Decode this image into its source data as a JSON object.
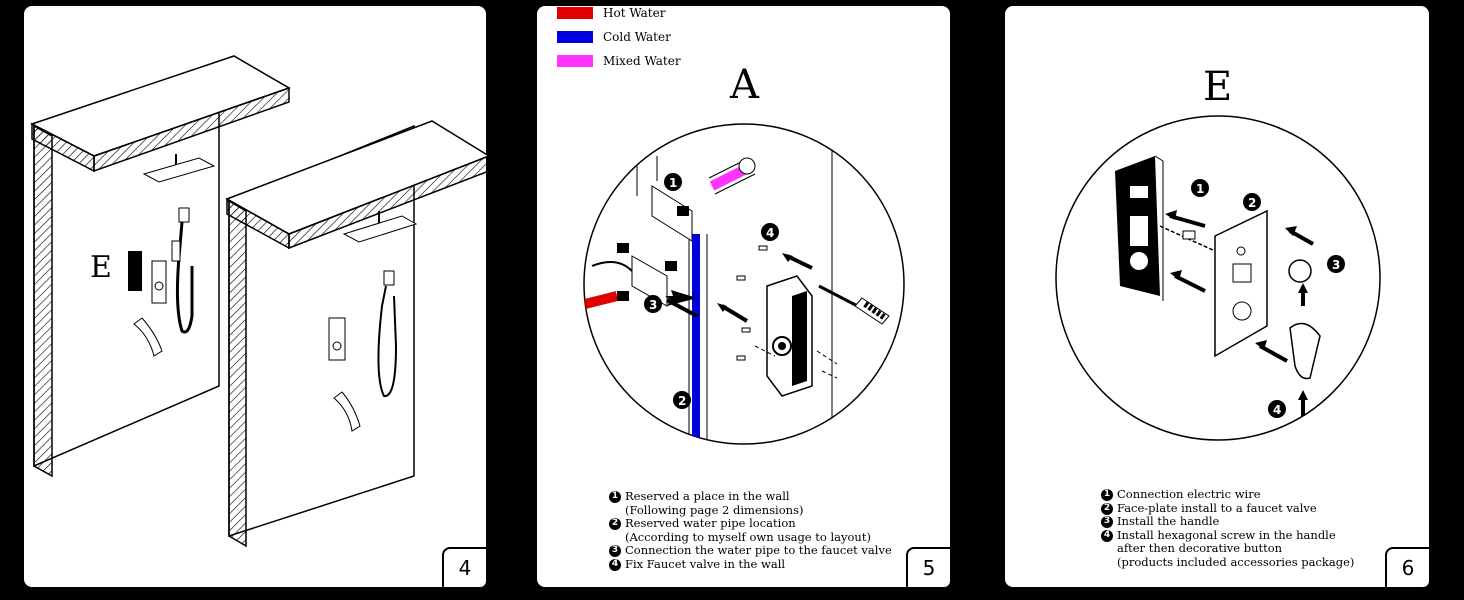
{
  "pages": [
    {
      "number": "4",
      "label": "E"
    },
    {
      "number": "5",
      "label": "A",
      "legend": [
        {
          "text": "Hot Water",
          "color": "#e00000"
        },
        {
          "text": "Cold Water",
          "color": "#0000e0"
        },
        {
          "text": "Mixed Water",
          "color": "#ff33ff"
        }
      ],
      "steps": [
        {
          "n": "1",
          "text": "Reserved a place in the wall\n(Following page 2 dimensions)"
        },
        {
          "n": "2",
          "text": "Reserved water pipe location\n(According to myself own usage to layout)"
        },
        {
          "n": "3",
          "text": "Connection the water pipe to the faucet valve"
        },
        {
          "n": "4",
          "text": "Fix Faucet valve in the wall"
        }
      ]
    },
    {
      "number": "6",
      "label": "E",
      "steps": [
        {
          "n": "1",
          "text": "Connection electric wire"
        },
        {
          "n": "2",
          "text": "Face-plate install to a faucet valve"
        },
        {
          "n": "3",
          "text": "Install the handle"
        },
        {
          "n": "4",
          "text": "Install hexagonal screw in the handle\nafter then decorative button\n(products included accessories package)"
        }
      ]
    }
  ]
}
